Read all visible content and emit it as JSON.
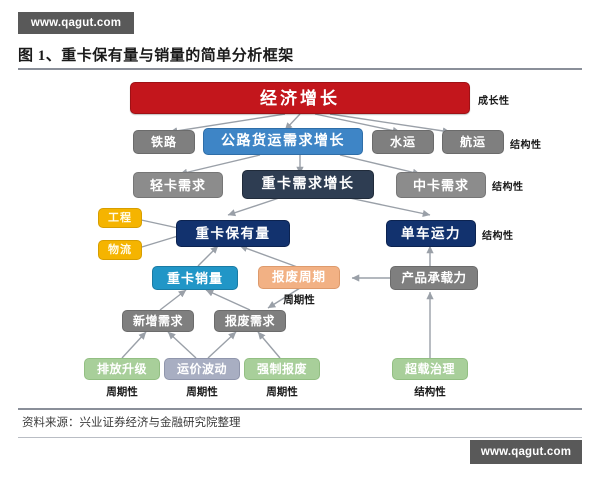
{
  "watermarks": {
    "top": "www.qagut.com",
    "bottom": "www.qagut.com"
  },
  "title": "图 1、重卡保有量与销量的简单分析框架",
  "source": "资料来源：兴业证券经济与金融研究院整理",
  "colors": {
    "red": "#c3161c",
    "gray": "#7f7f7f",
    "blue": "#3e85c6",
    "navy": "#2e3d52",
    "dark_blue": "#12326e",
    "light_blue": "#2196c7",
    "yellow": "#f5b400",
    "peach": "#f2b184",
    "green": "#a8cf9a",
    "blue_gray": "#a8aec2",
    "watermark_bg": "#595959",
    "rule": "#8a8f99"
  },
  "chart_data": {
    "type": "diagram",
    "title": "图 1、重卡保有量与销量的简单分析框架",
    "nodes": [
      {
        "id": "economy",
        "label": "经济增长",
        "color": "red",
        "row": 1
      },
      {
        "id": "rail",
        "label": "铁路",
        "color": "gray",
        "row": 2
      },
      {
        "id": "road-freight",
        "label": "公路货运需求增长",
        "color": "blue",
        "row": 2
      },
      {
        "id": "water",
        "label": "水运",
        "color": "gray",
        "row": 2
      },
      {
        "id": "air",
        "label": "航运",
        "color": "gray",
        "row": 2
      },
      {
        "id": "light-truck",
        "label": "轻卡需求",
        "color": "gray",
        "row": 3
      },
      {
        "id": "heavy-demand",
        "label": "重卡需求增长",
        "color": "navy",
        "row": 3
      },
      {
        "id": "medium-truck",
        "label": "中卡需求",
        "color": "gray",
        "row": 3
      },
      {
        "id": "engineering",
        "label": "工程",
        "color": "yellow",
        "row": 4
      },
      {
        "id": "logistics",
        "label": "物流",
        "color": "yellow",
        "row": 4
      },
      {
        "id": "heavy-stock",
        "label": "重卡保有量",
        "color": "dark_blue",
        "row": 4
      },
      {
        "id": "unit-capacity",
        "label": "单车运力",
        "color": "dark_blue",
        "row": 4
      },
      {
        "id": "heavy-sales",
        "label": "重卡销量",
        "color": "light_blue",
        "row": 5
      },
      {
        "id": "scrap-cycle",
        "label": "报废周期",
        "color": "peach",
        "row": 5
      },
      {
        "id": "load-capacity",
        "label": "产品承载力",
        "color": "gray",
        "row": 5
      },
      {
        "id": "new-demand",
        "label": "新增需求",
        "color": "gray",
        "row": 6
      },
      {
        "id": "scrap-demand",
        "label": "报废需求",
        "color": "gray",
        "row": 6
      },
      {
        "id": "emission",
        "label": "排放升级",
        "color": "green",
        "row": 7
      },
      {
        "id": "freight-rate",
        "label": "运价波动",
        "color": "blue_gray",
        "row": 7
      },
      {
        "id": "forced-scrap",
        "label": "强制报废",
        "color": "green",
        "row": 7
      },
      {
        "id": "overload",
        "label": "超载治理",
        "color": "green",
        "row": 7
      }
    ],
    "edges": [
      {
        "from": "economy",
        "to": "rail"
      },
      {
        "from": "economy",
        "to": "road-freight"
      },
      {
        "from": "economy",
        "to": "water"
      },
      {
        "from": "economy",
        "to": "air"
      },
      {
        "from": "road-freight",
        "to": "light-truck"
      },
      {
        "from": "road-freight",
        "to": "heavy-demand"
      },
      {
        "from": "road-freight",
        "to": "medium-truck"
      },
      {
        "from": "heavy-demand",
        "to": "heavy-stock"
      },
      {
        "from": "heavy-demand",
        "to": "unit-capacity"
      },
      {
        "from": "heavy-stock",
        "to": "engineering"
      },
      {
        "from": "heavy-stock",
        "to": "logistics"
      },
      {
        "from": "heavy-sales",
        "to": "heavy-stock"
      },
      {
        "from": "scrap-cycle",
        "to": "heavy-stock"
      },
      {
        "from": "new-demand",
        "to": "heavy-sales"
      },
      {
        "from": "scrap-demand",
        "to": "heavy-sales"
      },
      {
        "from": "scrap-cycle",
        "to": "scrap-demand"
      },
      {
        "from": "load-capacity",
        "to": "scrap-cycle"
      },
      {
        "from": "load-capacity",
        "to": "unit-capacity"
      },
      {
        "from": "overload",
        "to": "load-capacity"
      },
      {
        "from": "emission",
        "to": "new-demand"
      },
      {
        "from": "freight-rate",
        "to": "new-demand"
      },
      {
        "from": "freight-rate",
        "to": "scrap-demand"
      },
      {
        "from": "forced-scrap",
        "to": "scrap-demand"
      }
    ]
  },
  "row_tags": {
    "growth": "成长性",
    "structural_2": "结构性",
    "structural_3": "结构性",
    "structural_4": "结构性"
  },
  "captions": {
    "scrap_cycle": "周期性",
    "emission": "周期性",
    "freight_rate": "周期性",
    "forced_scrap": "周期性",
    "overload": "结构性"
  }
}
